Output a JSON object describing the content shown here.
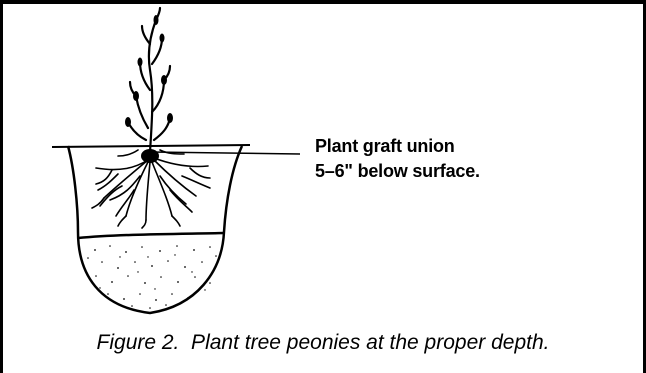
{
  "annotation": {
    "line1": "Plant graft union",
    "line2": "5–6\" below surface."
  },
  "caption": "Figure 2.  Plant tree peonies at the proper depth."
}
